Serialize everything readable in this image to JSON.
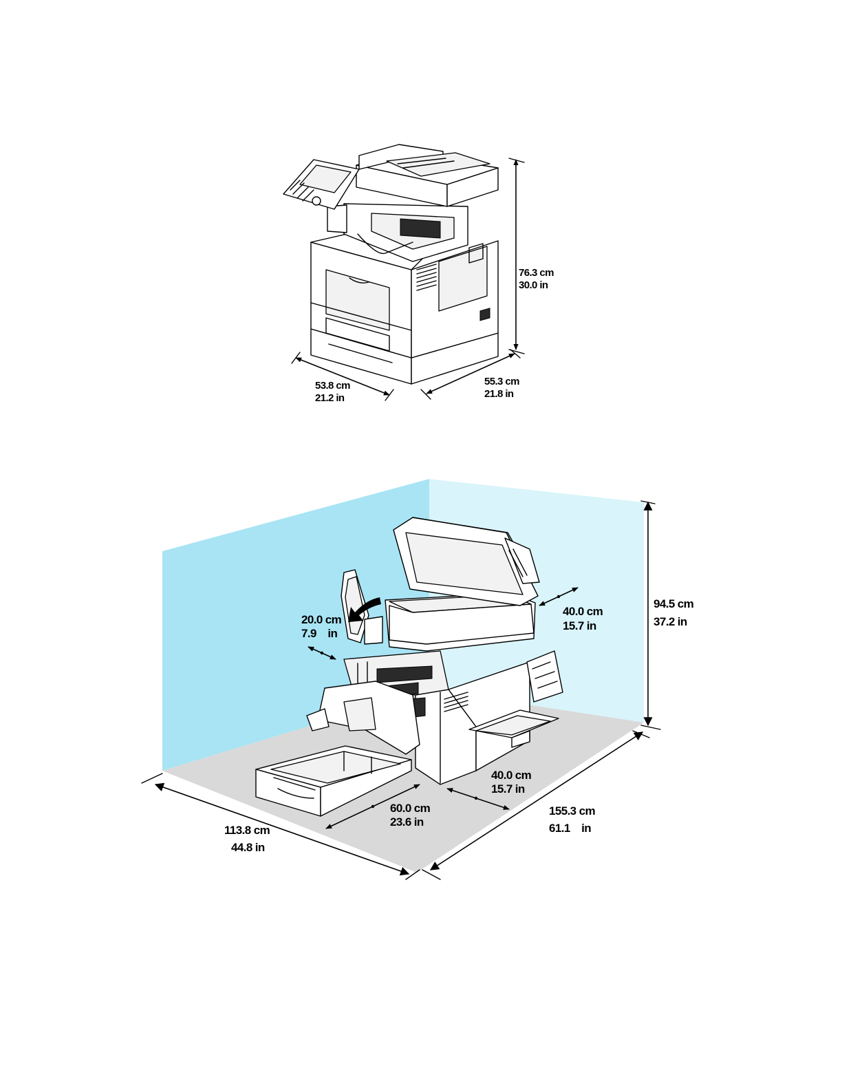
{
  "colors": {
    "wall_left": "#a8e4f4",
    "wall_right": "#d9f4fb",
    "floor": "#d9d9d9",
    "line": "#000000"
  },
  "icons": {
    "printer_closed": "printer-closed-icon",
    "printer_open": "printer-open-icon",
    "door_arrow": "curved-arrow-icon"
  },
  "figure1": {
    "height": {
      "cm": "76.3 cm",
      "in": "30.0 in"
    },
    "width": {
      "cm": "53.8 cm",
      "in": "21.2 in"
    },
    "depth": {
      "cm": "55.3 cm",
      "in": "21.8 in"
    }
  },
  "figure2": {
    "height": {
      "cm": "94.5 cm",
      "in": "37.2 in"
    },
    "rear_clearance": {
      "cm": "40.0 cm",
      "in": "15.7 in"
    },
    "left_clearance": {
      "cm": "20.0 cm",
      "in": "7.9    in"
    },
    "front_clearance": {
      "cm": "60.0 cm",
      "in": "23.6 in"
    },
    "right_clearance": {
      "cm": "40.0 cm",
      "in": "15.7 in"
    },
    "total_width": {
      "cm": "113.8 cm",
      "in": "44.8 in"
    },
    "total_depth": {
      "cm": "155.3 cm",
      "in": "61.1    in"
    }
  }
}
